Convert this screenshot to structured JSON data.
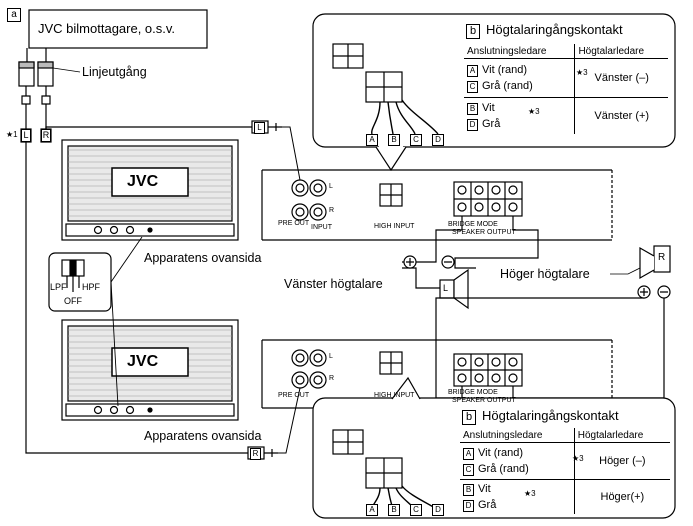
{
  "panel_marker": "a",
  "source_box": "JVC bilmottagare, o.s.v.",
  "line_out": "Linjeutgång",
  "left_plug": "L",
  "right_plug": "R",
  "note_star1": "★1",
  "amp_logo": "JVC",
  "amp_top_label": "Apparatens ovansida",
  "switch": {
    "lpf": "LPF",
    "hpf": "HPF",
    "off": "OFF"
  },
  "left_speaker": "Vänster högtalare",
  "right_speaker": "Höger högtalare",
  "rear_panel": {
    "pre_out": "PRE OUT",
    "input": "INPUT",
    "high_input": "HIGH INPUT",
    "speaker_output": "SPEAKER OUTPUT",
    "bridge_mode": "BRIDGE MODE",
    "jack_l": "L",
    "jack_r": "R"
  },
  "connector_pins": [
    "A",
    "B",
    "C",
    "D"
  ],
  "table_top": {
    "marker": "b",
    "title": "Högtalaringångskontakt",
    "col1": "Anslutningsledare",
    "col2": "Högtalarledare",
    "rows": [
      {
        "a_key": "A",
        "a_text": "Vit (rand)",
        "b_key": "C",
        "b_text": "Grå (rand)",
        "note": "★3",
        "result": "Vänster (–)"
      },
      {
        "a_key": "B",
        "a_text": "Vit",
        "b_key": "D",
        "b_text": "Grå",
        "note": "★3",
        "result": "Vänster (+)"
      }
    ]
  },
  "table_bottom": {
    "marker": "b",
    "title": "Högtalaringångskontakt",
    "col1": "Anslutningsledare",
    "col2": "Högtalarledare",
    "rows": [
      {
        "a_key": "A",
        "a_text": "Vit (rand)",
        "b_key": "C",
        "b_text": "Grå (rand)",
        "note": "★3",
        "result": "Höger (–)"
      },
      {
        "a_key": "B",
        "a_text": "Vit",
        "b_key": "D",
        "b_text": "Grå",
        "note": "★3",
        "result": "Höger(+)"
      }
    ]
  }
}
